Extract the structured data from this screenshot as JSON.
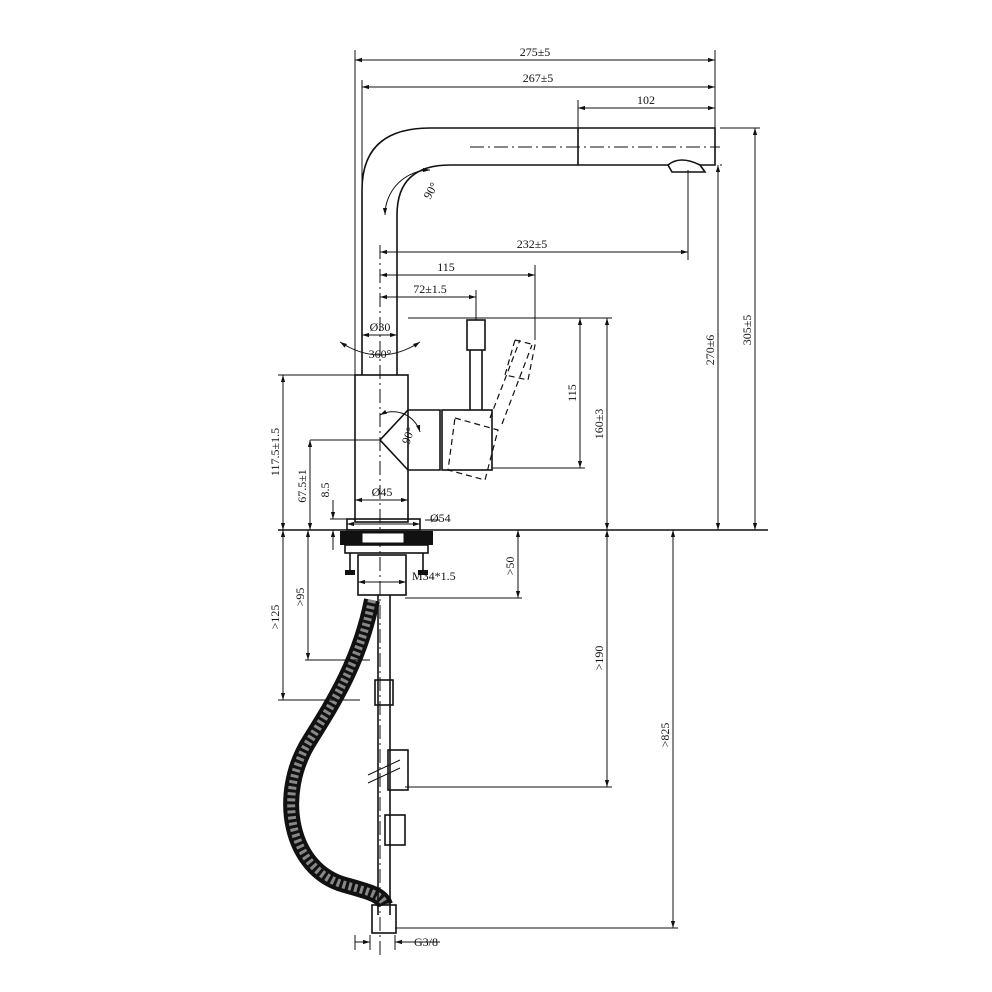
{
  "title": "Pull-out kitchen faucet dimension drawing",
  "dimensions": {
    "overall_reach": "275±5",
    "spout_reach": "267±5",
    "spray_head_length": "102",
    "spout_angle": "90°",
    "outlet_reach": "232±5",
    "handle_reach": "115",
    "handle_offset": "72±1.5",
    "pipe_diameter": "Ø30",
    "swivel": "360°",
    "handle_height": "115",
    "handle_top_height": "160±3",
    "outlet_height": "270±6",
    "total_height": "305±5",
    "body_height": "117.5±1.5",
    "lever_axis_height": "67.5±1",
    "base_height": "8.5",
    "body_diameter": "Ø45",
    "base_diameter": "Ø54",
    "lever_angle": "90°",
    "max_counter_thickness": ">50",
    "shank_length": ">95",
    "hose_clearance": ">125",
    "thread": "M34*1.5",
    "supply_length": ">190",
    "hose_length": ">825",
    "connection": "G3/8"
  }
}
